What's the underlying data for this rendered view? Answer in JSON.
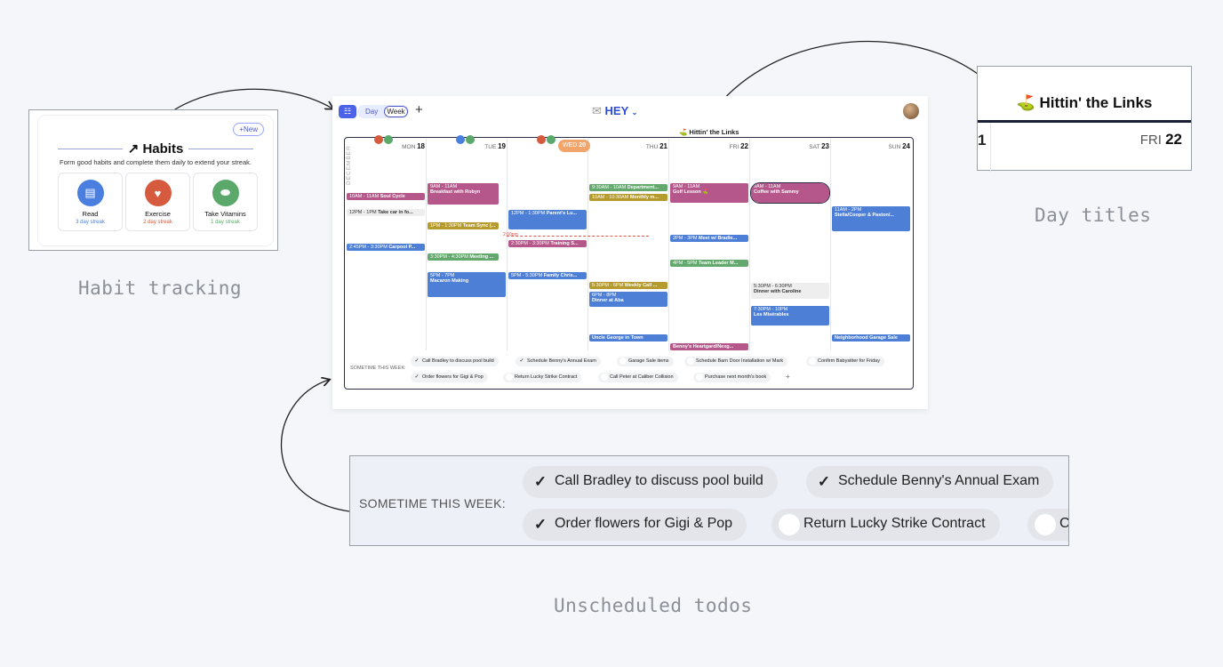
{
  "captions": {
    "habit_tracking": "Habit tracking",
    "day_titles": "Day titles",
    "unscheduled_todos": "Unscheduled todos"
  },
  "habits": {
    "new_label": "+New",
    "title": "↗ Habits",
    "subtitle": "Form good habits and complete them daily to extend your streak.",
    "items": [
      {
        "name": "Read",
        "streak": "3 day streak",
        "color": "#4a7fe0",
        "streak_color": "#4a7fe0",
        "icon": "book-icon"
      },
      {
        "name": "Exercise",
        "streak": "2 day streak",
        "color": "#d65a3d",
        "streak_color": "#d65a3d",
        "icon": "heart-pulse-icon"
      },
      {
        "name": "Take Vitamins",
        "streak": "1 day streak",
        "color": "#5aa86a",
        "streak_color": "#5aa86a",
        "icon": "pill-icon"
      }
    ]
  },
  "calendar": {
    "toggle": {
      "day": "Day",
      "week": "Week"
    },
    "logo": "HEY",
    "day_title": "⛳ Hittin' the Links",
    "month": "DECEMBER",
    "days": [
      {
        "name": "MON",
        "num": "18"
      },
      {
        "name": "TUE",
        "num": "19"
      },
      {
        "name": "WED",
        "num": "20"
      },
      {
        "name": "THU",
        "num": "21"
      },
      {
        "name": "FRI",
        "num": "22"
      },
      {
        "name": "SAT",
        "num": "23"
      },
      {
        "name": "SUN",
        "num": "24"
      }
    ],
    "now_label": "2:00pm",
    "events": {
      "mon1": {
        "time": "10AM - 11AM",
        "title": "Soul Cycle"
      },
      "mon2": {
        "time": "12PM - 1PM",
        "title": "Take car in fo..."
      },
      "mon3": {
        "time": "2:45PM - 3:30PM",
        "title": "Carpool P..."
      },
      "tue1": {
        "time": "9AM - 11AM",
        "title": "Breakfast with Robyn"
      },
      "tue2": {
        "time": "1PM - 1:30PM",
        "title": "Team Sync (..."
      },
      "tue3": {
        "time": "3:30PM - 4:30PM",
        "title": "Meeting ..."
      },
      "tue4": {
        "time": "5PM - 7PM",
        "title": "Macaron Making"
      },
      "wed1": {
        "time": "12PM - 1:30PM",
        "title": "Parent's Lu..."
      },
      "wed2": {
        "time": "2:30PM - 3:30PM",
        "title": "Training S..."
      },
      "wed3": {
        "time": "5PM - 5:30PM",
        "title": "Family Chris..."
      },
      "thu1": {
        "time": "9:30AM - 10AM",
        "title": "Department..."
      },
      "thu2": {
        "time": "10AM - 10:30AM",
        "title": "Monthly m..."
      },
      "thu3": {
        "time": "5:30PM - 6PM",
        "title": "Weekly Call ..."
      },
      "thu4": {
        "time": "6PM - 8PM",
        "title": "Dinner at Aba"
      },
      "thu5": {
        "time": "",
        "title": "Uncle George in Town"
      },
      "fri1": {
        "time": "9AM - 11AM",
        "title": "Golf Lesson ⛳"
      },
      "fri2": {
        "time": "2PM - 3PM",
        "title": "Meet w/ Bradle..."
      },
      "fri3": {
        "time": "4PM - 5PM",
        "title": "Team Leader M..."
      },
      "fri4": {
        "time": "",
        "title": "Benny's Heartgard/Nexg..."
      },
      "sat1": {
        "time": "9AM - 11AM",
        "title": "Coffee with Sammy"
      },
      "sat2": {
        "time": "5:30PM - 6:30PM",
        "title": "Dinner with Caroline"
      },
      "sat3": {
        "time": "7:30PM - 10PM",
        "title": "Les Misérables"
      },
      "sun1": {
        "time": "11AM - 2PM",
        "title": "Stella/Cooper & Paston/..."
      },
      "sun2": {
        "time": "",
        "title": "Neighborhood Garage Sale"
      }
    },
    "sometime_label": "SOMETIME THIS WEEK:",
    "todos": [
      {
        "label": "Call Bradley to discuss pool build",
        "done": "✓"
      },
      {
        "label": "Schedule Benny's Annual Exam",
        "done": "✓"
      },
      {
        "label": "Garage Sale items",
        "done": ""
      },
      {
        "label": "Schedule Barn Door Installation w/ Mark",
        "done": ""
      },
      {
        "label": "Confirm Babysitter for Friday",
        "done": ""
      },
      {
        "label": "Order flowers for Gigi & Pop",
        "done": "✓"
      },
      {
        "label": "Return Lucky Strike Contract",
        "done": ""
      },
      {
        "label": "Call Peter at Caliber Collision",
        "done": ""
      },
      {
        "label": "Purchase next month's book",
        "done": ""
      }
    ],
    "add": "+"
  },
  "day_title_zoom": {
    "title": "⛳ Hittin' the Links",
    "left_num": "1",
    "day_name": "FRI",
    "day_num": "22"
  },
  "todo_zoom": {
    "label": "SOMETIME THIS WEEK:",
    "items": [
      {
        "label": "Call Bradley to discuss pool build",
        "done": "✓"
      },
      {
        "label": "Schedule Benny's Annual Exam",
        "done": "✓"
      },
      {
        "label": "Order flowers for Gigi & Pop",
        "done": "✓"
      },
      {
        "label": "Return Lucky Strike Contract",
        "done": ""
      },
      {
        "label": "C",
        "done": ""
      }
    ]
  }
}
